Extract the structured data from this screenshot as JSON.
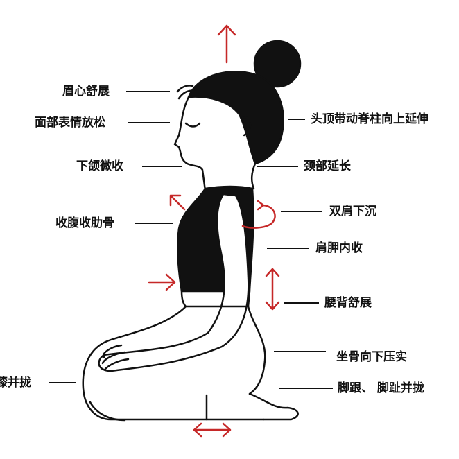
{
  "colors": {
    "line": "#111111",
    "arrow": "#c62828",
    "fill": "#111111"
  },
  "labels_left": [
    {
      "id": "brow",
      "text": "眉心舒展"
    },
    {
      "id": "face",
      "text": "面部表情放松"
    },
    {
      "id": "chin",
      "text": "下颌微收"
    },
    {
      "id": "abdomen",
      "text": "收腹收肋骨"
    },
    {
      "id": "knees",
      "text": "膝并拢"
    }
  ],
  "labels_right": [
    {
      "id": "crown",
      "text": "头顶带动脊柱向上延伸"
    },
    {
      "id": "neck",
      "text": "颈部延长"
    },
    {
      "id": "shoulders",
      "text": "双肩下沉"
    },
    {
      "id": "scapula",
      "text": "肩胛内收"
    },
    {
      "id": "back",
      "text": "腰背舒展"
    },
    {
      "id": "sitbones",
      "text": "坐骨向下压实"
    },
    {
      "id": "feet",
      "text": "脚跟、 脚趾并拢"
    }
  ]
}
